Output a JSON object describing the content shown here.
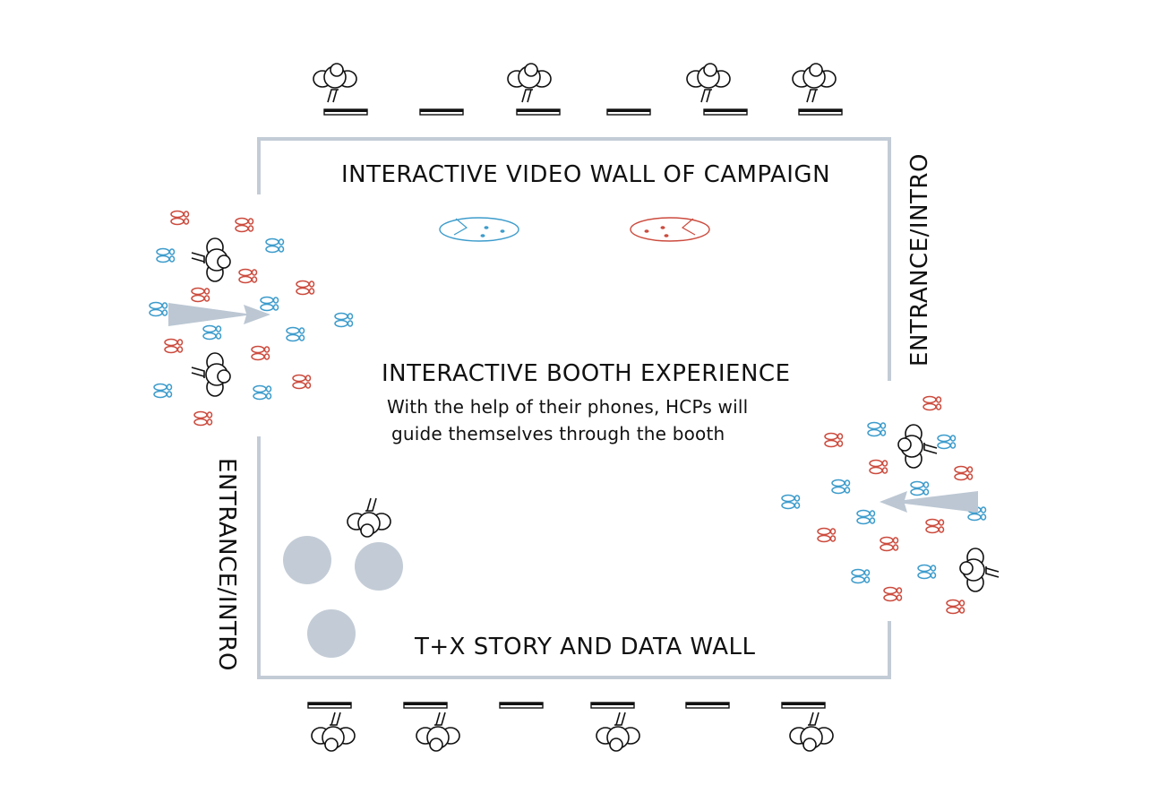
{
  "labels": {
    "video_wall": "INTERACTIVE VIDEO WALL OF CAMPAIGN",
    "booth_experience": "INTERACTIVE BOOTH EXPERIENCE",
    "description_line1": "With the help of their phones, HCPs will",
    "description_line2": "guide themselves through the booth",
    "data_wall": "T+X STORY AND DATA WALL",
    "entrance_right": "ENTRANCE/INTRO",
    "entrance_left": "ENTRANCE/INTRO"
  },
  "colors": {
    "wall": "#c3ccd6",
    "arrow": "#bcc7d3",
    "table": "#c3ccd6",
    "footprint_blue": "#3d9ccc",
    "footprint_red": "#cc4b3e",
    "ink": "#111111"
  },
  "icons": {
    "person": "person-topview-icon",
    "desk": "desk-icon",
    "footprints": "footprints-icon",
    "direction_arrow": "direction-arrow-icon",
    "round_table": "round-table-icon",
    "floor_marker": "floor-marker-icon"
  }
}
